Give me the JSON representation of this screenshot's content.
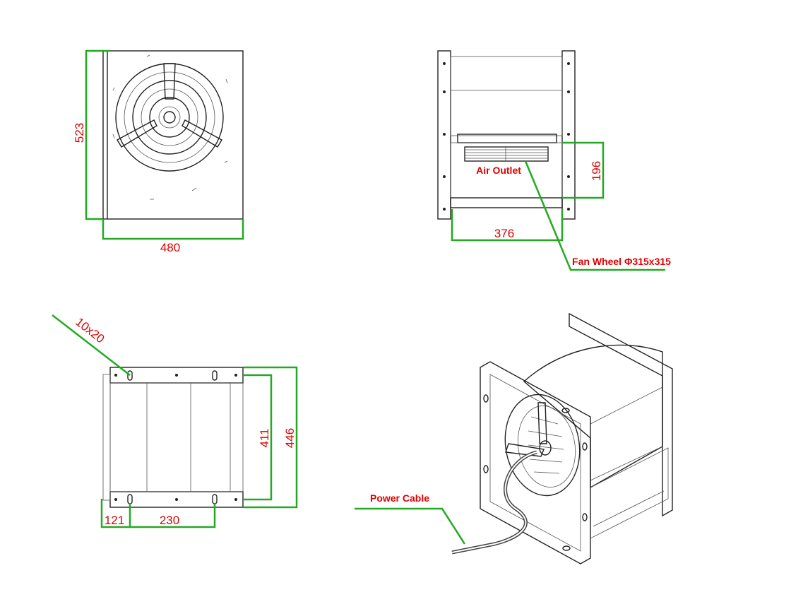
{
  "dimensions": {
    "front_height": "523",
    "front_width": "480",
    "side_height": "196",
    "side_width": "376",
    "slot_size": "10x20",
    "bottom_inner": "411",
    "bottom_outer": "446",
    "bottom_offset": "121",
    "bottom_spacing": "230"
  },
  "labels": {
    "air_outlet": "Air Outlet",
    "fan_wheel": "Fan Wheel Φ315x315",
    "power_cable": "Power Cable"
  },
  "colors": {
    "dimension_line": "#22aa22",
    "dimension_text": "#e00000",
    "drawing_line": "#222222"
  }
}
